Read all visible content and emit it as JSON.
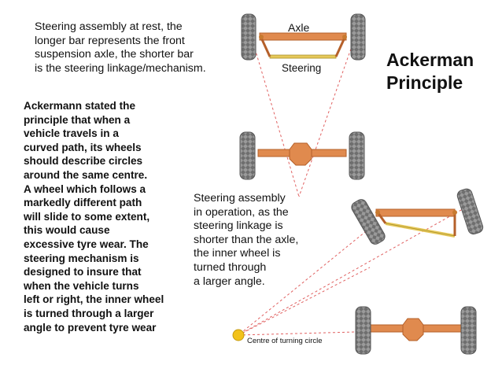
{
  "title": [
    "Ackerman",
    "Principle"
  ],
  "intro_text": [
    "Steering assembly at rest, the",
    "longer bar represents the front",
    "suspension axle, the shorter bar",
    "is the steering linkage/mechanism."
  ],
  "principle_text": [
    "Ackermann stated the",
    "principle that when a",
    "vehicle travels in a",
    "curved path, its wheels",
    "should describe circles",
    "around the same centre.",
    "A wheel which follows a",
    "markedly different path",
    "will slide to some extent,",
    "this would cause",
    "excessive tyre wear. The",
    "steering mechanism is",
    "designed to insure that",
    "when the vehicle turns",
    "left or right, the inner wheel",
    "is turned through a larger",
    "angle to prevent tyre wear"
  ],
  "operation_text": [
    "Steering assembly",
    "in operation, as the",
    "steering linkage is",
    "shorter than the axle,",
    "the inner wheel is",
    "turned through",
    "a larger angle."
  ],
  "labels": {
    "axle": "Axle",
    "steering": "Steering",
    "centre": "Centre of turning circle"
  },
  "colors": {
    "axle": "#e08a4e",
    "axle_edge": "#b5602a",
    "steering_bar": "#e6c85a",
    "tyre": "#8a8a8a",
    "tyre_dark": "#5a5a5a",
    "guide_line": "#e06060",
    "centre_point": "#f2c21a"
  }
}
